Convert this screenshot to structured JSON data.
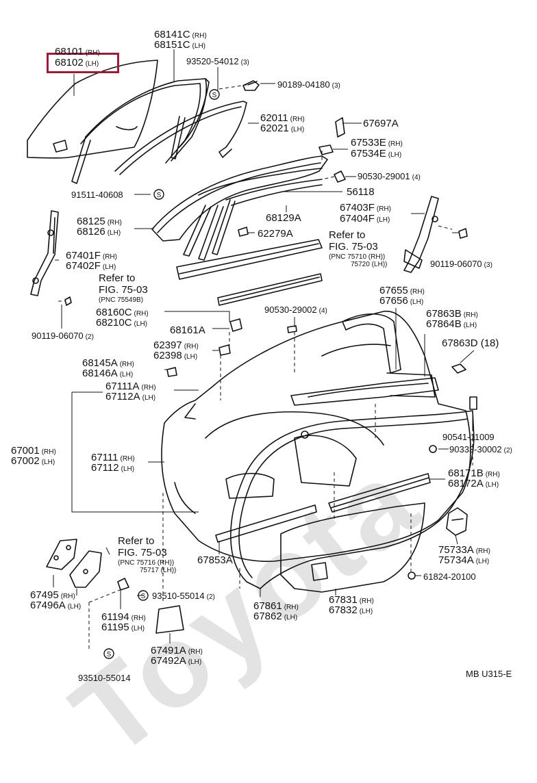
{
  "watermark": "Toyota",
  "highlight_part": "68102",
  "labels": [
    {
      "id": "p68101",
      "num": "68101",
      "sfx": "(RH)"
    },
    {
      "id": "p68102",
      "num": "68102",
      "sfx": "(LH)"
    },
    {
      "id": "p68141c",
      "num": "68141C",
      "sfx": "(RH)"
    },
    {
      "id": "p68151c",
      "num": "68151C",
      "sfx": "(LH)"
    },
    {
      "id": "p93520",
      "num": "93520-54012",
      "sfx": "(3)"
    },
    {
      "id": "p90189",
      "num": "90189-04180",
      "sfx": "(3)"
    },
    {
      "id": "p62011",
      "num": "62011",
      "sfx": "(RH)"
    },
    {
      "id": "p62021",
      "num": "62021",
      "sfx": "(LH)"
    },
    {
      "id": "p67697a",
      "num": "67697A",
      "sfx": ""
    },
    {
      "id": "p67533e",
      "num": "67533E",
      "sfx": "(RH)"
    },
    {
      "id": "p67534e",
      "num": "67534E",
      "sfx": "(LH)"
    },
    {
      "id": "p90530a",
      "num": "90530-29001",
      "sfx": "(4)"
    },
    {
      "id": "p56118",
      "num": "56118",
      "sfx": ""
    },
    {
      "id": "p91511",
      "num": "91511-40608",
      "sfx": ""
    },
    {
      "id": "p67403f",
      "num": "67403F",
      "sfx": "(RH)"
    },
    {
      "id": "p67404f",
      "num": "67404F",
      "sfx": "(LH)"
    },
    {
      "id": "p68129a",
      "num": "68129A",
      "sfx": ""
    },
    {
      "id": "p68125",
      "num": "68125",
      "sfx": "(RH)"
    },
    {
      "id": "p68126",
      "num": "68126",
      "sfx": "(LH)"
    },
    {
      "id": "p62279a",
      "num": "62279A",
      "sfx": ""
    },
    {
      "id": "p67401f",
      "num": "67401F",
      "sfx": "(RH)"
    },
    {
      "id": "p67402f",
      "num": "67402F",
      "sfx": "(LH)"
    },
    {
      "id": "p90119a",
      "num": "90119-06070",
      "sfx": "(3)"
    },
    {
      "id": "p90119b",
      "num": "90119-06070",
      "sfx": "(2)"
    },
    {
      "id": "p68160c",
      "num": "68160C",
      "sfx": "(RH)"
    },
    {
      "id": "p68210c",
      "num": "68210C",
      "sfx": "(LH)"
    },
    {
      "id": "p68161a",
      "num": "68161A",
      "sfx": ""
    },
    {
      "id": "p90530b",
      "num": "90530-29002",
      "sfx": "(4)"
    },
    {
      "id": "p67655",
      "num": "67655",
      "sfx": "(RH)"
    },
    {
      "id": "p67656",
      "num": "67656",
      "sfx": "(LH)"
    },
    {
      "id": "p67863b",
      "num": "67863B",
      "sfx": "(RH)"
    },
    {
      "id": "p67864b",
      "num": "67864B",
      "sfx": "(LH)"
    },
    {
      "id": "p67863d",
      "num": "67863D",
      "sfx": "(18)"
    },
    {
      "id": "p62397",
      "num": "62397",
      "sfx": "(RH)"
    },
    {
      "id": "p62398",
      "num": "62398",
      "sfx": "(LH)"
    },
    {
      "id": "p68145a",
      "num": "68145A",
      "sfx": "(RH)"
    },
    {
      "id": "p68146a",
      "num": "68146A",
      "sfx": "(LH)"
    },
    {
      "id": "p67111a",
      "num": "67111A",
      "sfx": "(RH)"
    },
    {
      "id": "p67112a",
      "num": "67112A",
      "sfx": "(LH)"
    },
    {
      "id": "p90541",
      "num": "90541-11009",
      "sfx": ""
    },
    {
      "id": "p90333",
      "num": "90333-30002",
      "sfx": "(2)"
    },
    {
      "id": "p67001",
      "num": "67001",
      "sfx": "(RH)"
    },
    {
      "id": "p67002",
      "num": "67002",
      "sfx": "(LH)"
    },
    {
      "id": "p67111",
      "num": "67111",
      "sfx": "(RH)"
    },
    {
      "id": "p67112",
      "num": "67112",
      "sfx": "(LH)"
    },
    {
      "id": "p68171b",
      "num": "68171B",
      "sfx": "(RH)"
    },
    {
      "id": "p68172a",
      "num": "68172A",
      "sfx": "(LH)"
    },
    {
      "id": "p75733a",
      "num": "75733A",
      "sfx": "(RH)"
    },
    {
      "id": "p75734a",
      "num": "75734A",
      "sfx": "(LH)"
    },
    {
      "id": "p61824",
      "num": "61824-20100",
      "sfx": ""
    },
    {
      "id": "p67853a",
      "num": "67853A",
      "sfx": ""
    },
    {
      "id": "p67495",
      "num": "67495",
      "sfx": "(RH)"
    },
    {
      "id": "p67496a",
      "num": "67496A",
      "sfx": "(LH)"
    },
    {
      "id": "p93510a",
      "num": "93510-55014",
      "sfx": "(2)"
    },
    {
      "id": "p61194",
      "num": "61194",
      "sfx": "(RH)"
    },
    {
      "id": "p61195",
      "num": "61195",
      "sfx": "(LH)"
    },
    {
      "id": "p67861",
      "num": "67861",
      "sfx": "(RH)"
    },
    {
      "id": "p67862",
      "num": "67862",
      "sfx": "(LH)"
    },
    {
      "id": "p67831",
      "num": "67831",
      "sfx": "(RH)"
    },
    {
      "id": "p67832",
      "num": "67832",
      "sfx": "(LH)"
    },
    {
      "id": "p67491a",
      "num": "67491A",
      "sfx": "(RH)"
    },
    {
      "id": "p67492a",
      "num": "67492A",
      "sfx": "(LH)"
    },
    {
      "id": "p93510b",
      "num": "93510-55014",
      "sfx": ""
    },
    {
      "id": "pcode",
      "num": "MB U315-E",
      "sfx": ""
    }
  ],
  "refs": [
    {
      "id": "ref1",
      "line1": "Refer to",
      "line2": "FIG. 75-03",
      "line3": "(PNC 75710 (RH))",
      "line4": "75720 (LH))"
    },
    {
      "id": "ref2",
      "line1": "Refer to",
      "line2": "FIG. 75-03",
      "line3": "(PNC 75549B)",
      "line4": ""
    },
    {
      "id": "ref3",
      "line1": "Refer to",
      "line2": "FIG. 75-03",
      "line3": "(PNC 75716 (RH))",
      "line4": "75717 (LH))"
    }
  ],
  "symbols": {
    "screw_mark": "S"
  }
}
